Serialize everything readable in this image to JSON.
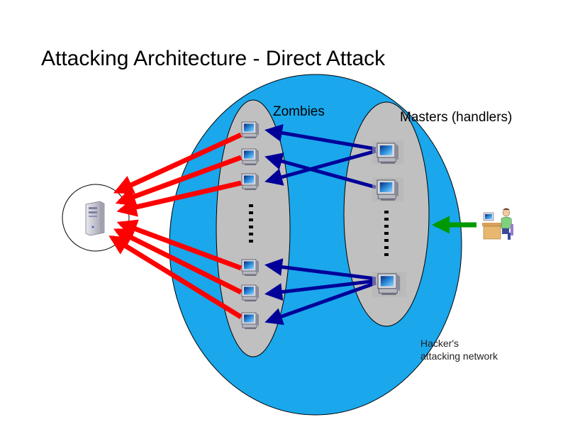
{
  "slide": {
    "title": "Attacking Architecture - Direct Attack"
  },
  "labels": {
    "zombies": "Zombies",
    "masters": "Masters (handlers)",
    "network_caption_line1": "Hacker's",
    "network_caption_line2": "attacking network"
  },
  "colors": {
    "network_fill": "#1AA7EC",
    "group_fill": "#C0C0C0",
    "attack_arrow": "#FF0000",
    "command_arrow": "#000099",
    "hacker_arrow": "#009900"
  },
  "icons": {
    "victim": "server-tower-icon",
    "zombie": "computer-icon",
    "master": "computer-icon",
    "hacker": "person-at-computer-icon"
  }
}
